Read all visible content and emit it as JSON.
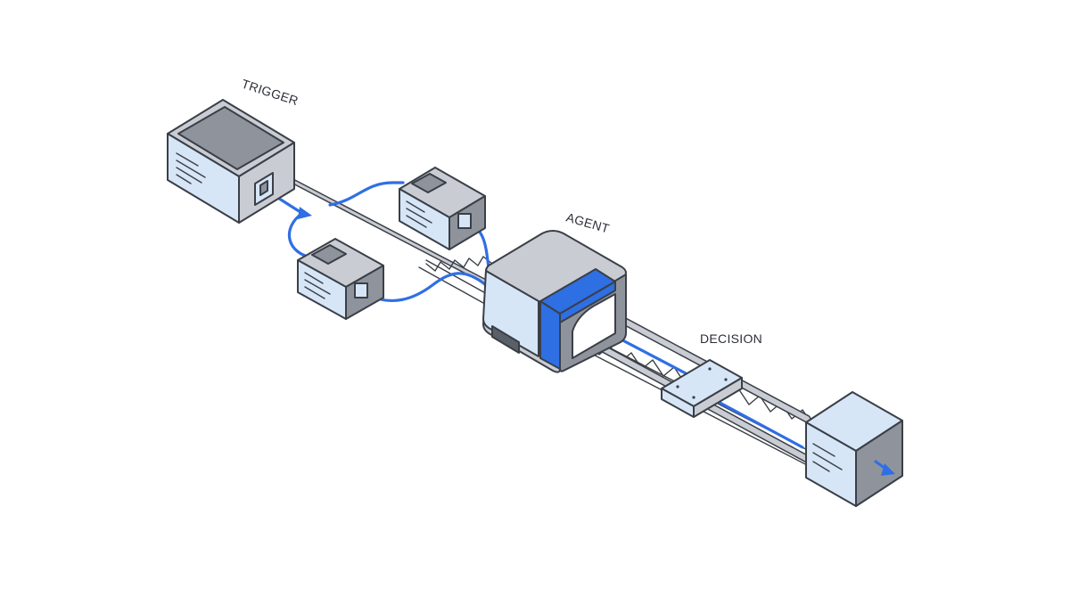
{
  "labels": {
    "trigger": "TRIGGER",
    "agent": "AGENT",
    "decision": "DECISION"
  },
  "colors": {
    "accent": "#2f6fe4",
    "light": "#d6e6f7",
    "mid": "#c9cdd3",
    "dark": "#8f949c",
    "stroke": "#3a3f47"
  },
  "icons": [
    "arrow-icon",
    "document-icon",
    "port-icon"
  ]
}
